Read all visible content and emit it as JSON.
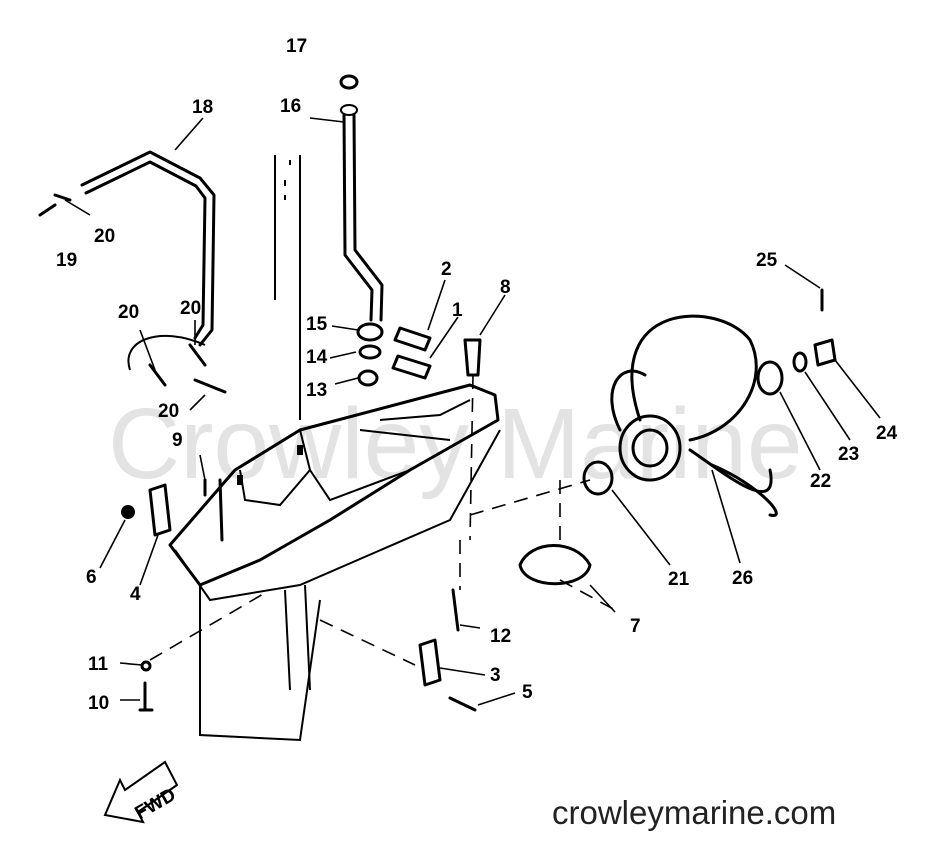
{
  "watermark": "Crowley Marine",
  "site_url": "crowleymarine.com",
  "fwd_label": "FWD",
  "callouts": [
    "1",
    "2",
    "3",
    "4",
    "5",
    "6",
    "7",
    "8",
    "9",
    "10",
    "11",
    "12",
    "13",
    "14",
    "15",
    "16",
    "17",
    "18",
    "19",
    "20",
    "20",
    "20",
    "20",
    "21",
    "22",
    "23",
    "24",
    "25",
    "26"
  ]
}
